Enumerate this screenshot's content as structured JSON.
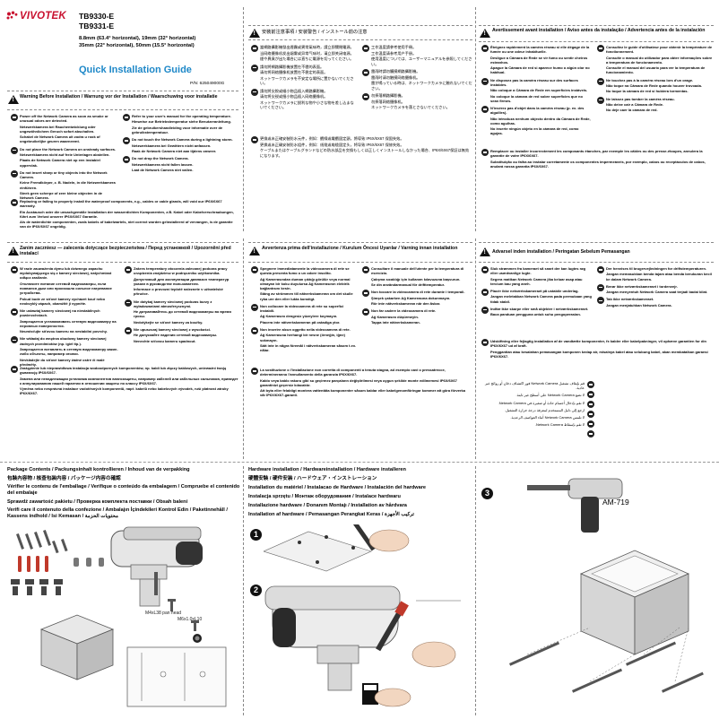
{
  "brand": {
    "name": "VIVOTEK"
  },
  "header": {
    "model1": "TB9330-E",
    "model2": "TB9331-E",
    "spec1": "8.8mm (63.4° horizontal), 19mm (32° horizontal)",
    "spec2": "35mm (22° horizontal), 50mm (15.5° horizontal)",
    "qig_title": "Quick Installation Guide",
    "pn": "P/N: 625049000G"
  },
  "warning_en": {
    "title": "Warning Before Installation / Warnung vor der Installation / Waarschuwing voor installatie",
    "left": [
      [
        "Power off the Network Camera as soon as smoke or unusual odors are detected.",
        "Netzwerkkamera bei Rauchentwicklung oder ungewöhnlichem Geruch sofort abschalten.",
        "Schakel de Network Camera uit zodra u rook of ongebruikelijke geuren waarneemt."
      ],
      [
        "Do not place the Network Camera on unsteady surfaces.",
        "Netzwerkkamera nicht auf freie Unterlagen abstellen.",
        "Plaats de Network Camera niet op een instabiel oppervlak."
      ],
      [
        "Do not insert sharp or tiny objects into the Network Camera.",
        "Keine Fremdkörper, z. B. Nadeln, in die Netzwerkkamera einführen.",
        "Steek geen scherpe of zeer kleine objecten in de Network Camera."
      ]
    ],
    "right": [
      [
        "Refer to your user's manual for the operating temperature.",
        "Hinweise zur Betriebstemperatur siehe Benutzeranleitung.",
        "Zie de gebruikershandleiding voor informatie over de gebruikstemperatuur."
      ],
      [
        "Do not touch the Network Camera during a lightning storm.",
        "Netzwerkkamera bei Gewittern nicht anfassen.",
        "Raak de Network Camera niet aan tijdens onweer."
      ],
      [
        "Do not drop the Network Camera.",
        "Netzwerkkamera nicht fallen lassen.",
        "Laat de Network Camera niet vallen."
      ]
    ],
    "bottom": [
      "Replacing or failing to properly install the waterproof components, e.g., cables or cable glands, will void our IP6X/6X67 warranty.",
      "Ein Austausch oder die unsachgemäße Installation der wasserdichten Komponenten, z.B. Kabel oder Kabelverschraubungen, führt zum Verlust unserer IP6X/6X67 Garantie.",
      "Als de waterdichte componenten, zoals kabels of kabelwartels, niet correct worden geïnstalleerd of vervangen, is de garantie van de IP6X/6X67 ongeldig."
    ]
  },
  "warning_cjk": {
    "title": "安裝前注意事項 / 安装警告 / インストール前の注意",
    "left": [
      [
        "當網路攝影機發出煙霧或異常氣味時，請立即關閉電源。",
        "当网络摄像机发出烟雾或异常气味时，请立即关闭电源。",
        "煙や異臭が出た場合には直ちに電源を切ってください。"
      ],
      [
        "請勿將網路攝影機放置在不穩的表面。",
        "请勿将网络摄像机放置在不稳定的表面。",
        "ネットワークカメラを不安定な場所に置かないでください。"
      ],
      [
        "請勿將尖銳或細小物品插入網路攝影機。",
        "请勿将尖锐或细小物品插入网络摄像机。",
        "ネットワークカメラに鋭利な物や小さな物を差し込まないでください。"
      ]
    ],
    "right": [
      [
        "工作溫度請參考使用手冊。",
        "工作温度请参考用户手册。",
        "使用温度については、ユーザーマニュアルを参照してください。"
      ],
      [
        "雷雨時請勿觸摸網路攝影機。",
        "雷雨时请勿触摸网络摄像机。",
        "雷が鳴っている時は、ネットワークカメラに触れないでください。"
      ],
      [
        "勿摔落網路攝影機。",
        "勿摔落网络摄像机。",
        "ネットワークカメラを落とさないでください。"
      ]
    ],
    "bottom": [
      "更換或未正確安裝防水元件，例如：纜線或電纜固定頭，將導致 IP6X/6X67 保固失效。",
      "更换或未正确安装防水组件，例如：线缆或电缆固定头，将导致 IP6X/6X67 保修失效。",
      "ケーブルまたはケーブルグランドなどの防水部品を交換もしくは正しくインストールしなかった場合、IP6X/6X67保証は無効になります。"
    ]
  },
  "warning_fr": {
    "title": "Avertissement avant installation / Aviso antes da instalação / Advertencia antes de la instalación",
    "left": [
      [
        "Éteignez rapidement la caméra réseau si elle dégage de la fumée ou une odeur inhabituelle.",
        "Desligue a Câmara de Rede se vir fumo ou sentir cheiros estranhos.",
        "Apague la Cámara de red si aparece humo o algún olor no habitual."
      ],
      [
        "Ne disposez pas la caméra réseau sur des surfaces instables.",
        "Não coloque a Câmara de Rede em superfícies instáveis.",
        "No coloque la cámara de red sobre superficies que no sean firmes."
      ],
      [
        "N'insérez pas d'objet dans la caméra réseau (p. ex. des aiguilles).",
        "Não introduza nenhum objecto dentro da Câmara de Rede, como agulhas.",
        "No inserte ningún objeto en la cámara de red, como agujas."
      ]
    ],
    "right": [
      [
        "Consultez le guide d'utilisateur pour obtenir la température de fonctionnement.",
        "Consulte o manual do utilizador para obter informações sobre a temperatura de funcionamento.",
        "Consulte el manual del usuario para ver la temperatura de funcionamiento."
      ],
      [
        "Ne touchez pas à la caméra réseau lors d'un orage.",
        "Não toque na Câmara de Rede quando houver trovoada.",
        "No toque la cámara de red si hubiera tormentas."
      ],
      [
        "Ne laissez pas tomber la caméra réseau.",
        "Não deixe cair a Câmara de Rede.",
        "No deje caer la cámara de red."
      ]
    ],
    "bottom": [
      "Remplacer ou installer incorrectement les composants étanches, par exemple les câbles ou des presse-étoupes, annulera la garantie de votre IP6X/6X67.",
      "Substituição ou falha ao instalar corretamente os componentes impermeáveis, por exemplo, cabos ou receptáculos de cabos, anulará nossa garantia IP6X/6X67."
    ]
  },
  "warning_pl": {
    "title": "Zanim zaczniesz — zalecenia dotyczące bezpieczeństwa / Перед установкой / Upozornění před instalací",
    "left": [
      [
        "W razie zauważenia dymu lub dziwnego zapachu wydobywającego się z kamery sieciowej, natychmiast odłącz zasilanie.",
        "Отключите питание сетевой видеокамеры, если появился дым или произошло сильное нагревание устройства.",
        "Pokud bude ze síťové kamery vycházet kouř nebo neobvyklý zápach, okamžitě ji vypněte."
      ],
      [
        "Nie ustawiaj kamery sieciowej na niestabilnych powierzchniach.",
        "Запрещается устанавливать сетевую видеокамеру на неровных поверхностях.",
        "Neumisťujte síťovou kameru na nestabilní povrchy."
      ],
      [
        "Nie wkładaj do wnętrza obudowy kamery sieciowej żadnych przedmiotów (np. igieł itp.).",
        "Запрещается вставлять в сетевую видеокамеру какие-либо объекты, например иголки.",
        "Nevkládejte do síťové kamery žádné ostré či malé předměty."
      ]
    ],
    "right": [
      [
        "Zakres temperatury otoczenia zalecanej podczas pracy urządzenia znajdziesz w podręczniku użytkownika.",
        "Допустимый для эксплуатации диапазон температур указан в руководстве пользователя.",
        "Informace o provozní teplotě naleznete v uživatelské příručce."
      ],
      [
        "Nie dotykaj kamery sieciowej podczas burzy z wyładowaniami atmosferycznymi.",
        "Не дотрагивайтесь до сетевой видеокамеры во время грозы.",
        "Nedotýkejte se síťové kamery za bouřky."
      ],
      [
        "Nie upuszczaj kamery sieciowej z wysokości.",
        "Не допускайте падения сетевой видеокамеры.",
        "Nenechte síťovou kameru spadnout."
      ]
    ],
    "bottom": [
      "Zastąpienie lub nieprawidłowa instalacja wodoodpornych komponentów, np. kabli lub złączy kablowych, unieważni twoją gwarancję IP6X/6X67.",
      "Замена или ненадлежащая установка компонентов влагозащиты, например кабелей или кабельных сальников, приведет к аннулированию нашей гарантии в отношении защиты по классу IP6X/6X67.",
      "Výměna nebo nesprávná instalace vodotěsných komponentů, např. kabelů nebo kabelových vývodek, ruší platnost záruky IP6X/6X67."
    ]
  },
  "warning_it": {
    "title": "Avvertenza prima dell'installazione / Kurulum Öncesi Uyarılar / Varning innan installation",
    "left": [
      [
        "Spegnere immediatamente la videocamera di rete se questa presenta fumo o un odore insolito.",
        "Ağ Kamerasından duman çıktığı görülür veya normal olmayan bir koku duyulursa Ağ Kamerasının elektrik bağlantısını kesin.",
        "Stäng av strömmen till nätverkskameran om det skulle ryka ure den eller lukta konstigt."
      ],
      [
        "Non collocare la videocamera di rete su superfici instabili.",
        "Ağ Kamerasını dengesiz yüzeylere koymayın.",
        "Placera inte nätverkskameran på ostadiga ytor."
      ],
      [
        "Non inserire alcun oggetto nella videocamera di rete.",
        "Ağ Kamerasına herhangi bir nesne (örneğin, iğne) sokmayın.",
        "Sätt inte in några föremål i nätverkskameran såsom t.ex. nålar."
      ]
    ],
    "right": [
      [
        "Consultare il manuale dell'utente per la temperatura di esercizio.",
        "Çalışma sıcaklığı için kullanım kılavuzuna başvurun.",
        "Se din användarmanual för drifttemperatur."
      ],
      [
        "Non toccare la videocamera di rete durante i temporali.",
        "Şimşek çakarken Ağ Kamerasına dokunmayın.",
        "Rör inte nätverkskameran när den åskar."
      ],
      [
        "Non far cadere la videocamera di rete.",
        "Ağ Kamerasını düşürmeyin.",
        "Tappa inte nätverkskameran."
      ]
    ],
    "bottom": [
      "La sostituzione o l'installazione non corretta di componenti a tenuta stagna, ad esempio cavi o pressatrecce, determineranno l'annullamento della garanzia IP6X/6X67.",
      "Kablo veya kablo rakoru gibi su geçirmez parçaların değiştirilmesi veya uygun şekilde monte edilmemesi IP6X/6X67 garantinizi geçersiz kılacaktır.",
      "Att byta eller felaktigt montera vattentäta komponenter såsom kablar eller kabelgenomföringar kommer att göra förverka vår IP6X/6X67-garanti."
    ]
  },
  "warning_da": {
    "title": "Advarsel inden installation / Peringatan Sebelum Pemasangan",
    "left": [
      [
        "Sluk strømmen fra kameraet så snart der kan lugtes røg eller usædvanlige lugte.",
        "Segera matikan Network Camera jika keluar asap atau tercium bau yang aneh."
      ],
      [
        "Placér ikke netværkskameraet på ustabile underlag.",
        "Jangan meletakkan Network Camera pada permukaan yang tidak stabil."
      ],
      [
        "Indfør ikke skarpe eller små objekter i netværkskameraet.",
        "Baca panduan pengguna untuk suhu pengoperasian."
      ]
    ],
    "right": [
      [
        "Der henvises til brugervejledningen for driftstemperaturen.",
        "Jangan memasukkan benda tajam atau benda berukuran kecil ke dalam Network Camera."
      ],
      [
        "Berør ikke netværkskameraet i tordenvejr.",
        "Jangan menyentuh Network Camera saat terjadi badai kilat."
      ],
      [
        "Tab ikke netværkskameraet.",
        "Jangan menjatuhkan Network Camera."
      ]
    ],
    "bottom": [
      "Udskiftning eller fejlagtig installation af de vandtætte komponenter, fx kabler eller kabelpakninger, vil ophæve garantien for din IP6X/6X67 ud af kraft.",
      "Penggantian atau kesalahan pemasangan komponen kedap air, misalnya kabel atau selubung kabel, akan membatalkan garansi IP6X/6X67."
    ],
    "arabic": [
      "قم بإيقاف تشغيل Network Camera فور اكتشاف دخان أو روائح غير عادية.",
      "لا تضع Network Camera على أسطح غير ثابتة.",
      "لا تقم بإدخال أجسام حادة أو صغيرة في Network Camera.",
      "ارجع إلى دليل المستخدم لمعرفة درجة حرارة التشغيل.",
      "لا تلمس Network Camera أثناء العواصف الرعدية.",
      "لا تقم بإسقاط Network Camera."
    ]
  },
  "package": {
    "title": "Package Contents / Packungsinhalt kontrollieren / Inhoud van de verpakking",
    "lines": [
      "包裝內容物 / 核查包装内容 / パッケージ内容の確認",
      "Vérifier le contenu de l'emballage / Verifique o conteúdo da embalagem / Compruebe el contenido del embalaje",
      "Sprawdź zawartość pakietu / Проверка комплекта поставки / Obsah balení",
      "Verifi care il contenuto della confezione / Ambalajın İçindekileri Kontrol Edin / Paketinnehåll / Kassens indhold / Isi Kemasan / محتويات الحزمة"
    ],
    "screw_label1": "M4xL38 pan head",
    "screw_label2": "M6x1.0xL10"
  },
  "hardware": {
    "title": "Hardware installation / Hardwareinstallation / Hardware installeren",
    "lines": [
      "硬體安裝 / 硬件安装 / ハードウェア・インストレーション",
      "Installation du matériel / Instalacao de Hardware / Instalación del hardware",
      "Instalacja sprzętu / Монтаж оборудования / Instalace hardwaru",
      "Installazione hardware / Donanım Montajı / Installation av hårdvara",
      "Installation af hardware / Pemasangan Perangkat Keras / تركيب الأجهزة"
    ],
    "step1": "1",
    "step2": "2",
    "step3": "3",
    "bracket_label": "AM-719"
  }
}
